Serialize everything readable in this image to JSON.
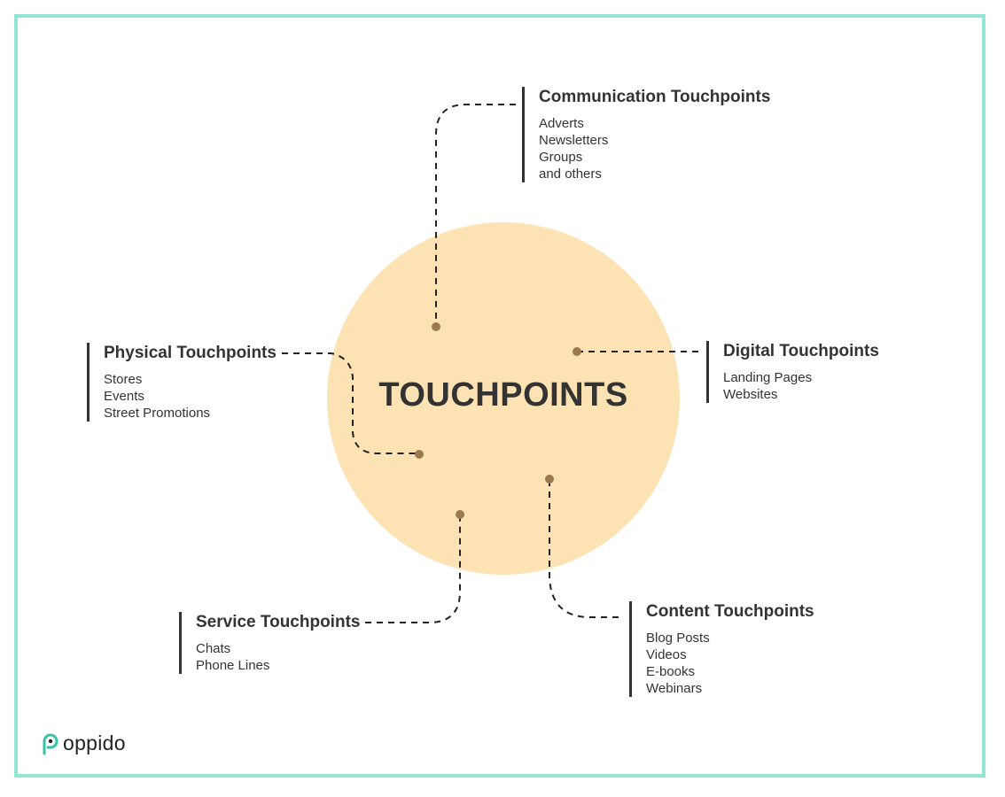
{
  "center": {
    "label": "TOUCHPOINTS"
  },
  "groups": [
    {
      "title": "Communication Touchpoints",
      "items": [
        "Adverts",
        "Newsletters",
        "Groups",
        "and others"
      ]
    },
    {
      "title": "Physical Touchpoints",
      "items": [
        "Stores",
        "Events",
        "Street Promotions"
      ]
    },
    {
      "title": "Digital Touchpoints",
      "items": [
        "Landing Pages",
        "Websites"
      ]
    },
    {
      "title": "Service Touchpoints",
      "items": [
        "Chats",
        "Phone Lines"
      ]
    },
    {
      "title": "Content Touchpoints",
      "items": [
        "Blog Posts",
        "Videos",
        "E-books",
        "Webinars"
      ]
    }
  ],
  "logo": {
    "text": "oppido"
  },
  "colors": {
    "frame": "#94e6d4",
    "circle": "#fde3b3",
    "connector": "#9a7a4d",
    "text": "#333333",
    "logo_accent": "#35c3a8"
  }
}
